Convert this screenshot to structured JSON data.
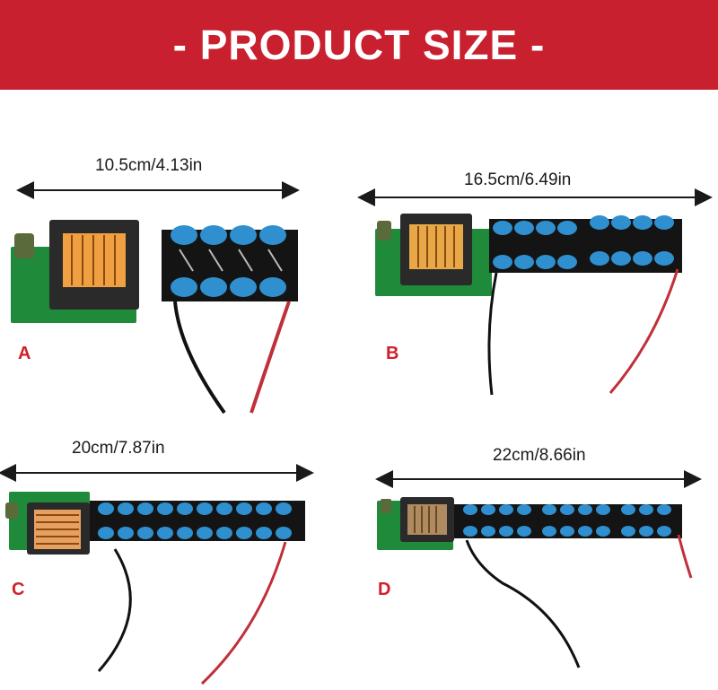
{
  "banner": {
    "title": "- PRODUCT SIZE -"
  },
  "colors": {
    "banner_bg": "#c8202e",
    "banner_text": "#ffffff",
    "label_red": "#d0202a",
    "pcb_green": "#1f8a3a",
    "pcb_black": "#141414",
    "capacitor_blue": "#2f8fcf",
    "wire_black": "#111111",
    "wire_red": "#c0303a"
  },
  "variants": [
    {
      "letter": "A",
      "size": "10.5cm/4.13in"
    },
    {
      "letter": "B",
      "size": "16.5cm/6.49in"
    },
    {
      "letter": "C",
      "size": "20cm/7.87in"
    },
    {
      "letter": "D",
      "size": "22cm/8.66in"
    }
  ]
}
